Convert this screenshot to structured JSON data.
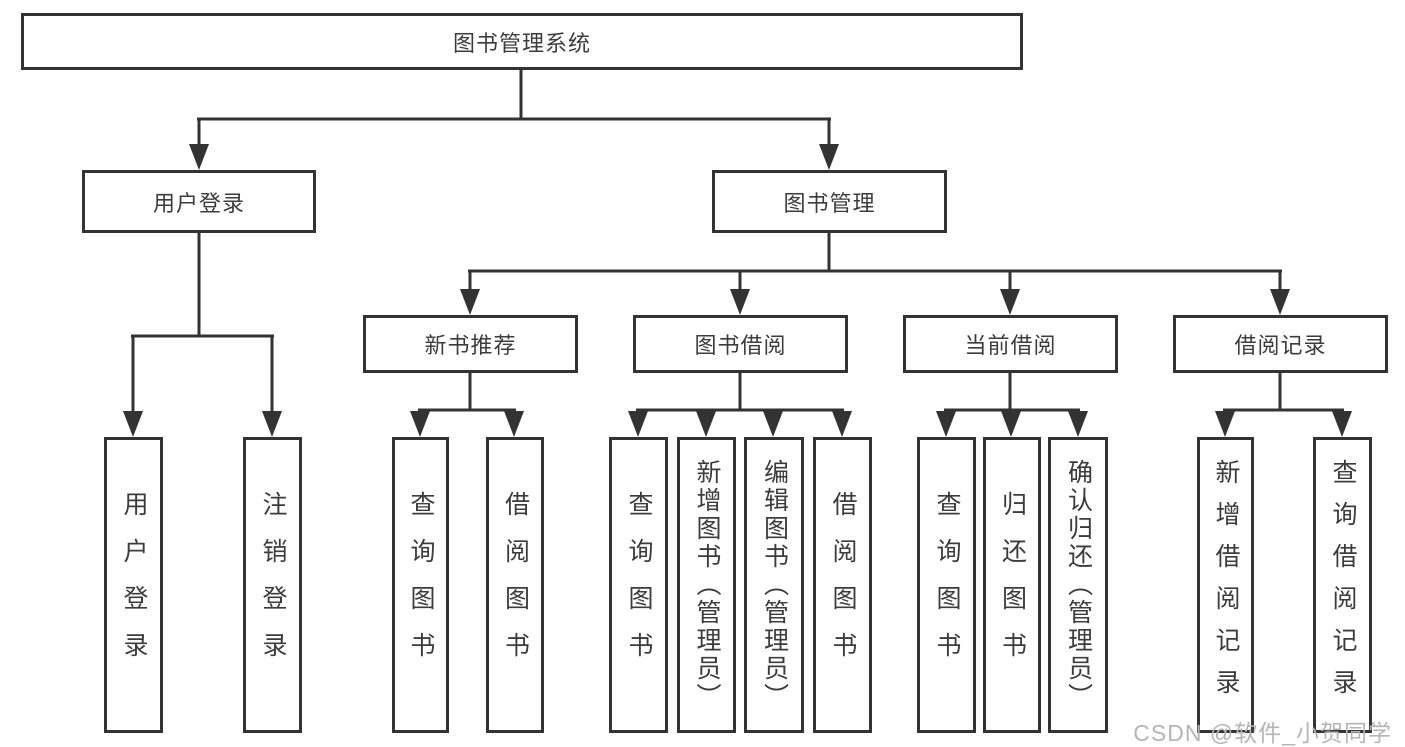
{
  "tree": {
    "root": {
      "label": "图书管理系统",
      "children": [
        {
          "label": "用户登录",
          "children": [
            {
              "label": "用户登录"
            },
            {
              "label": "注销登录"
            }
          ]
        },
        {
          "label": "图书管理",
          "children": [
            {
              "label": "新书推荐",
              "children": [
                {
                  "label": "查询图书"
                },
                {
                  "label": "借阅图书"
                }
              ]
            },
            {
              "label": "图书借阅",
              "children": [
                {
                  "label": "查询图书"
                },
                {
                  "label": "新增图书（管理员）"
                },
                {
                  "label": "编辑图书（管理员）"
                },
                {
                  "label": "借阅图书"
                }
              ]
            },
            {
              "label": "当前借阅",
              "children": [
                {
                  "label": "查询图书"
                },
                {
                  "label": "归还图书"
                },
                {
                  "label": "确认归还（管理员）"
                }
              ]
            },
            {
              "label": "借阅记录",
              "children": [
                {
                  "label": "新增借阅记录"
                },
                {
                  "label": "查询借阅记录"
                }
              ]
            }
          ]
        }
      ]
    }
  },
  "watermark": "CSDN @软件_小贺同学",
  "colors": {
    "line": "#333333",
    "text": "#3c3c3c",
    "watermark": "#b5b5b5",
    "background": "#ffffff"
  }
}
